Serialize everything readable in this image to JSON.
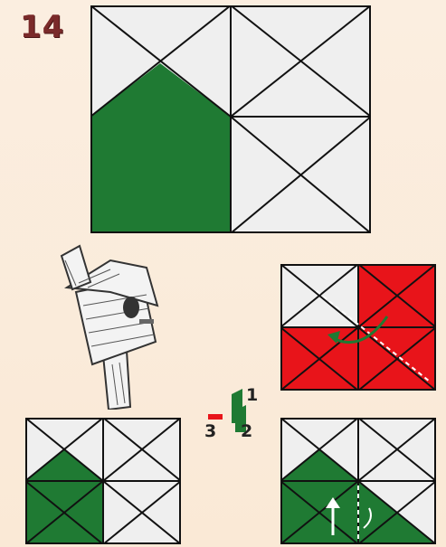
{
  "step": {
    "number": "14"
  },
  "colors": {
    "background": "#fbeee0",
    "grid_light": "#efefef",
    "line": "#111111",
    "green": "#1f7a33",
    "red": "#e8141a",
    "title": "#7a2a2a"
  },
  "legend": {
    "labels": [
      "1",
      "2",
      "3"
    ]
  },
  "icons": {
    "birdhouse": "birdhouse-sketch-icon",
    "rotate_arrow": "rotate-arrow-icon"
  }
}
